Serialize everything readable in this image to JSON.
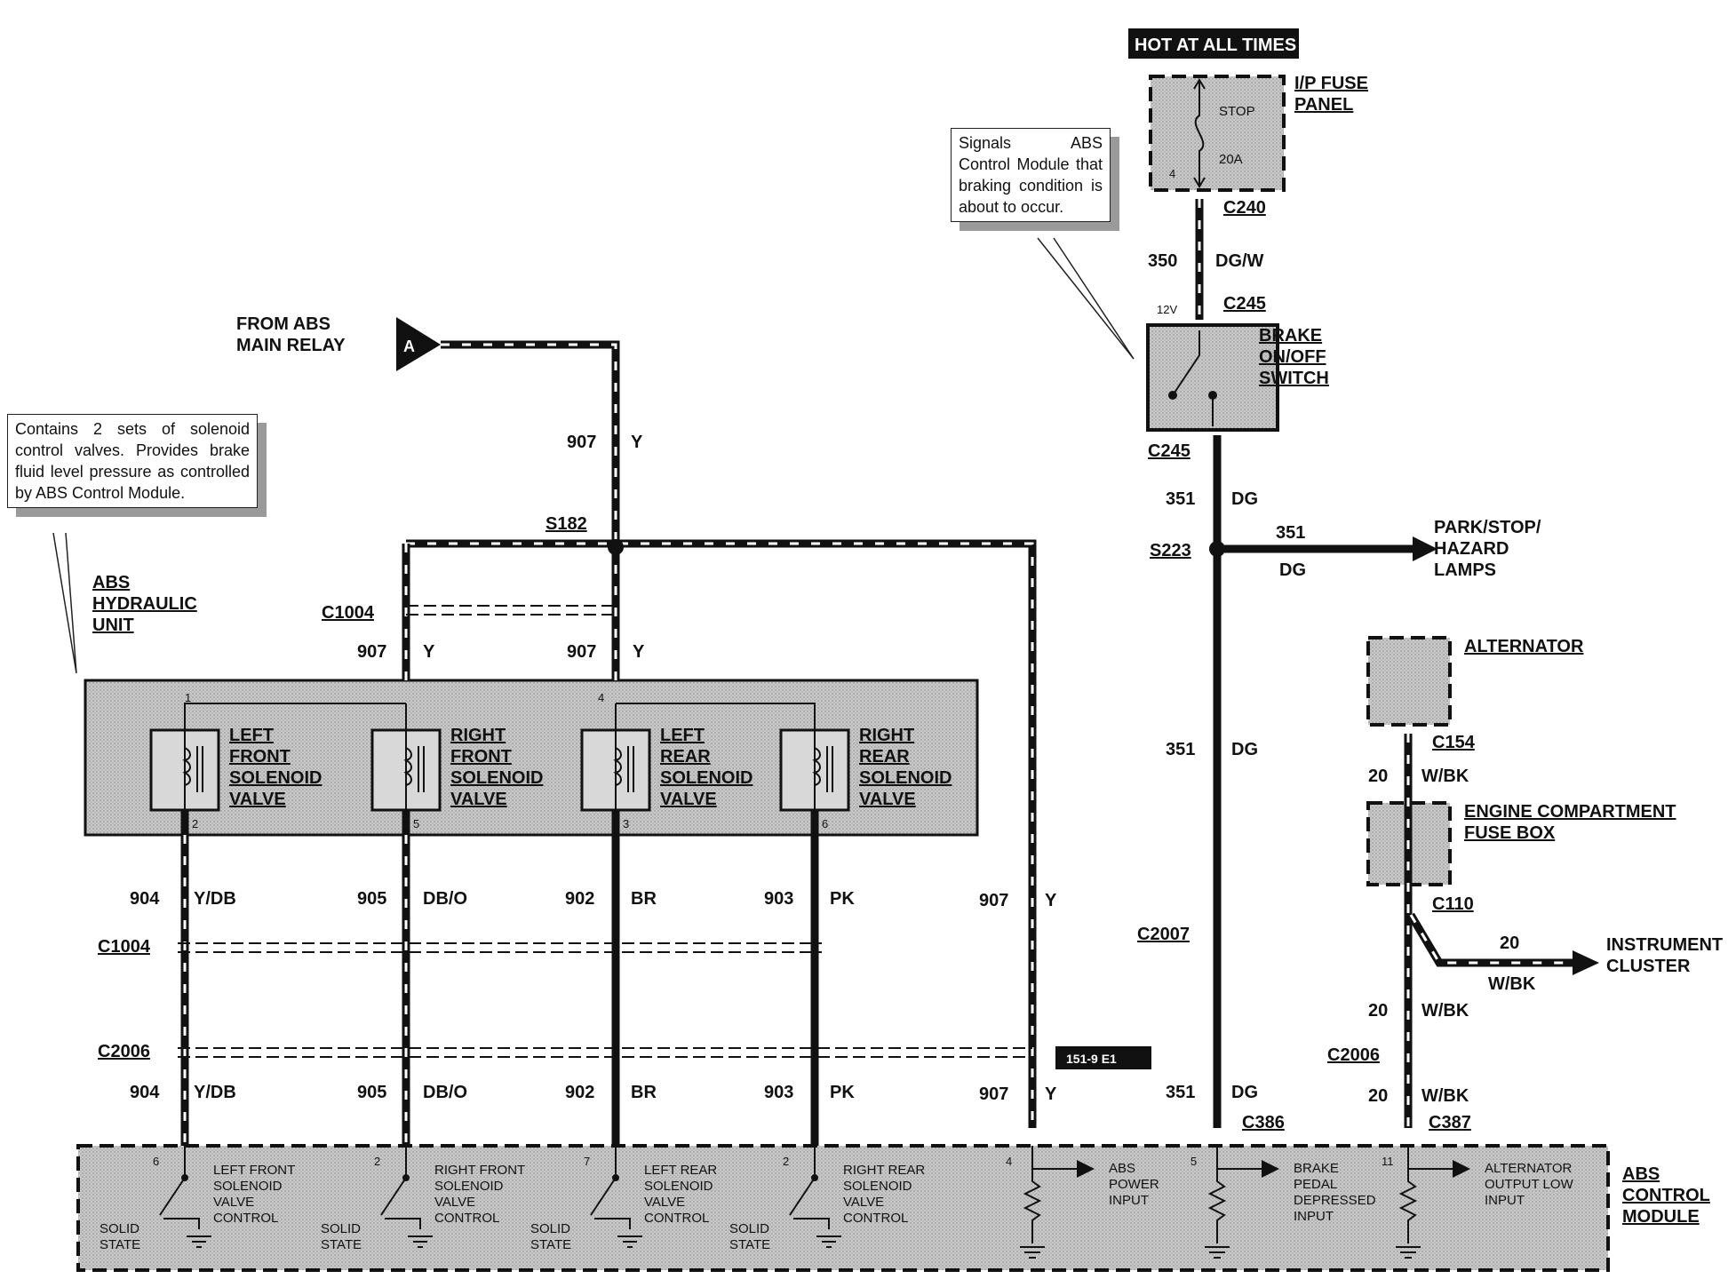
{
  "header": {
    "hot_label": "HOT AT ALL TIMES"
  },
  "notes": {
    "hydraulic": "Contains 2 sets of solenoid control valves. Provides brake fluid level pressure as controlled by ABS Control Module.",
    "brake_switch": "Signals ABS Control Module that braking condition is about to occur."
  },
  "labels": {
    "from_abs_relay_1": "FROM ABS",
    "from_abs_relay_2": "MAIN RELAY",
    "connector_a": "A",
    "hydraulic_1": "ABS",
    "hydraulic_2": "HYDRAULIC",
    "hydraulic_3": "UNIT",
    "fuse_panel_1": "I/P FUSE",
    "fuse_panel_2": "PANEL",
    "fuse_stop": "STOP",
    "fuse_rating": "20A",
    "fuse_pin": "4",
    "brake_sw_1": "BRAKE",
    "brake_sw_2": "ON/OFF",
    "brake_sw_3": "SWITCH",
    "volts": "12V",
    "park_1": "PARK/STOP/",
    "park_2": "HAZARD",
    "park_3": "LAMPS",
    "alternator": "ALTERNATOR",
    "ecfb_1": "ENGINE COMPARTMENT",
    "ecfb_2": "FUSE BOX",
    "cluster_1": "INSTRUMENT",
    "cluster_2": "CLUSTER",
    "module_1": "ABS",
    "module_2": "CONTROL",
    "module_3": "MODULE",
    "ref_tag": "151-9  E1"
  },
  "connectors": {
    "c240": "C240",
    "c245a": "C245",
    "c245b": "C245",
    "s223": "S223",
    "s182": "S182",
    "c1004a": "C1004",
    "c1004b": "C1004",
    "c2006a": "C2006",
    "c2006b": "C2006",
    "c2007": "C2007",
    "c386": "C386",
    "c387": "C387",
    "c154": "C154",
    "c110": "C110"
  },
  "wires": {
    "w907": "907",
    "y": "Y",
    "w904": "904",
    "ydb": "Y/DB",
    "w905": "905",
    "dbo": "DB/O",
    "w902": "902",
    "br": "BR",
    "w903": "903",
    "pk": "PK",
    "w350": "350",
    "dgw": "DG/W",
    "w351": "351",
    "dg": "DG",
    "w20": "20",
    "wbk": "W/BK"
  },
  "valves": [
    {
      "l1": "LEFT",
      "l2": "FRONT",
      "l3": "SOLENOID",
      "l4": "VALVE",
      "top_pin": "1",
      "bot_pin": "2"
    },
    {
      "l1": "RIGHT",
      "l2": "FRONT",
      "l3": "SOLENOID",
      "l4": "VALVE",
      "top_pin": "",
      "bot_pin": "5"
    },
    {
      "l1": "LEFT",
      "l2": "REAR",
      "l3": "SOLENOID",
      "l4": "VALVE",
      "top_pin": "4",
      "bot_pin": "3"
    },
    {
      "l1": "RIGHT",
      "l2": "REAR",
      "l3": "SOLENOID",
      "l4": "VALVE",
      "top_pin": "",
      "bot_pin": "6"
    }
  ],
  "module_cells": [
    {
      "pin": "6",
      "l1": "LEFT FRONT",
      "l2": "SOLENOID",
      "l3": "VALVE",
      "l4": "CONTROL",
      "s1": "SOLID",
      "s2": "STATE"
    },
    {
      "pin": "2",
      "l1": "RIGHT FRONT",
      "l2": "SOLENOID",
      "l3": "VALVE",
      "l4": "CONTROL",
      "s1": "SOLID",
      "s2": "STATE"
    },
    {
      "pin": "7",
      "l1": "LEFT REAR",
      "l2": "SOLENOID",
      "l3": "VALVE",
      "l4": "CONTROL",
      "s1": "SOLID",
      "s2": "STATE"
    },
    {
      "pin": "2",
      "l1": "RIGHT REAR",
      "l2": "SOLENOID",
      "l3": "VALVE",
      "l4": "CONTROL",
      "s1": "SOLID",
      "s2": "STATE"
    }
  ],
  "module_inputs": [
    {
      "pin": "4",
      "l1": "ABS",
      "l2": "POWER",
      "l3": "INPUT"
    },
    {
      "pin": "5",
      "l1": "BRAKE",
      "l2": "PEDAL",
      "l3": "DEPRESSED",
      "l4": "INPUT"
    },
    {
      "pin": "11",
      "l1": "ALTERNATOR",
      "l2": "OUTPUT LOW",
      "l3": "INPUT"
    }
  ]
}
